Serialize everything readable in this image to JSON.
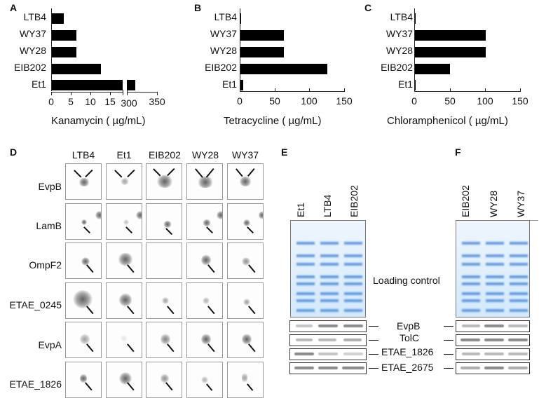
{
  "panels": {
    "A": {
      "label": "A"
    },
    "B": {
      "label": "B"
    },
    "C": {
      "label": "C"
    },
    "D": {
      "label": "D"
    },
    "E": {
      "label": "E"
    },
    "F": {
      "label": "F"
    }
  },
  "chart_data": [
    {
      "type": "bar",
      "orientation": "horizontal",
      "panel": "A",
      "categories": [
        "LTB4",
        "WY37",
        "WY28",
        "EIB202",
        "Et1"
      ],
      "values": [
        3.125,
        6.25,
        6.25,
        12.5,
        312.5
      ],
      "xlabel": "Kanamycin ( µg/mL)",
      "ylabel": "",
      "xticks": [
        "0",
        "5",
        "10",
        "15",
        "300",
        "350"
      ],
      "axis_break": [
        17,
        290
      ],
      "xlim": [
        0,
        350
      ]
    },
    {
      "type": "bar",
      "orientation": "horizontal",
      "panel": "B",
      "categories": [
        "LTB4",
        "WY37",
        "WY28",
        "EIB202",
        "Et1"
      ],
      "values": [
        0.5,
        62.5,
        62.5,
        125,
        3.9
      ],
      "xlabel": "Tetracycline ( µg/mL)",
      "ylabel": "",
      "xticks": [
        "0",
        "50",
        "100",
        "150"
      ],
      "xlim": [
        0,
        150
      ]
    },
    {
      "type": "bar",
      "orientation": "horizontal",
      "panel": "C",
      "categories": [
        "LTB4",
        "WY37",
        "WY28",
        "EIB202",
        "Et1"
      ],
      "values": [
        1,
        100,
        100,
        50,
        1
      ],
      "xlabel": "Chloramphenicol ( µg/mL)",
      "ylabel": "",
      "xticks": [
        "0",
        "50",
        "100",
        "150"
      ],
      "xlim": [
        0,
        150
      ]
    }
  ],
  "chartA": {
    "cats": [
      "LTB4",
      "WY37",
      "WY28",
      "EIB202",
      "Et1"
    ],
    "ticks": [
      "0",
      "5",
      "10",
      "15",
      "300",
      "350"
    ],
    "xlabel": "Kanamycin ( µg/mL)"
  },
  "chartB": {
    "cats": [
      "LTB4",
      "WY37",
      "WY28",
      "EIB202",
      "Et1"
    ],
    "ticks": [
      "0",
      "50",
      "100",
      "150"
    ],
    "xlabel": "Tetracycline ( µg/mL)"
  },
  "chartC": {
    "cats": [
      "LTB4",
      "WY37",
      "WY28",
      "EIB202",
      "Et1"
    ],
    "ticks": [
      "0",
      "50",
      "100",
      "150"
    ],
    "xlabel": "Chloramphenicol ( µg/mL)"
  },
  "gel2d": {
    "columns": [
      "LTB4",
      "Et1",
      "EIB202",
      "WY28",
      "WY37"
    ],
    "rows": [
      "EvpB",
      "LamB",
      "OmpF2",
      "ETAE_0245",
      "EvpA",
      "ETAE_1826"
    ]
  },
  "westernE": {
    "lanes": [
      "Et1",
      "LTB4",
      "EIB202"
    ],
    "loading_label": "Loading control",
    "bands": [
      "EvpB",
      "TolC",
      "ETAE_1826",
      "ETAE_2675"
    ]
  },
  "westernF": {
    "lanes": [
      "EIB202",
      "WY28",
      "WY37"
    ]
  }
}
